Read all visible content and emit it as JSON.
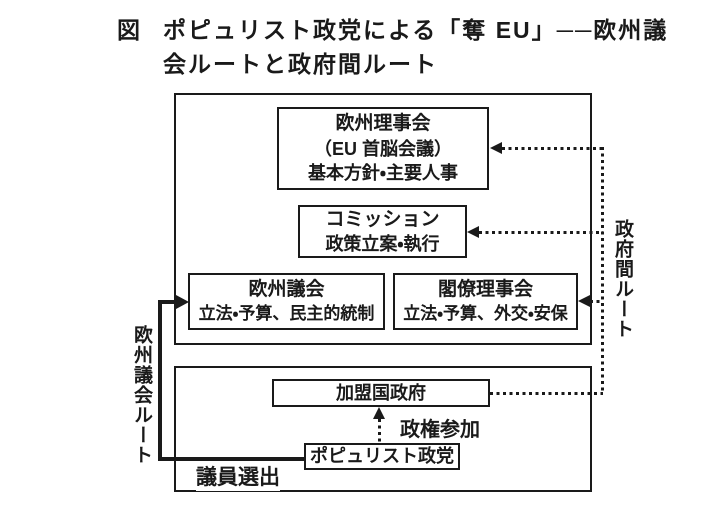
{
  "title": {
    "label": "図",
    "line1": "ポピュリスト政党による「奪 EU」──欧州議",
    "line2": "会ルートと政府間ルート"
  },
  "boxes": {
    "european_council": {
      "name": "欧州理事会",
      "subtitle": "（EU 首脳会議）",
      "functions": "基本方針・主要人事"
    },
    "commission": {
      "name": "コミッション",
      "functions": "政策立案・執行"
    },
    "european_parliament": {
      "name": "欧州議会",
      "functions": "立法・予算、民主的統制"
    },
    "council_of_ministers": {
      "name": "閣僚理事会",
      "functions": "立法・予算、外交・安保"
    },
    "member_state_government": {
      "name": "加盟国政府"
    },
    "populist_party": {
      "name": "ポピュリスト政党"
    }
  },
  "edge_labels": {
    "government_participation": "政権参加",
    "member_election": "議員選出"
  },
  "route_labels": {
    "parliament_route": "欧州議会ルート",
    "intergovernmental_route": "政府間ルート"
  },
  "colors": {
    "ink": "#1a1a1a",
    "background": "#ffffff"
  }
}
